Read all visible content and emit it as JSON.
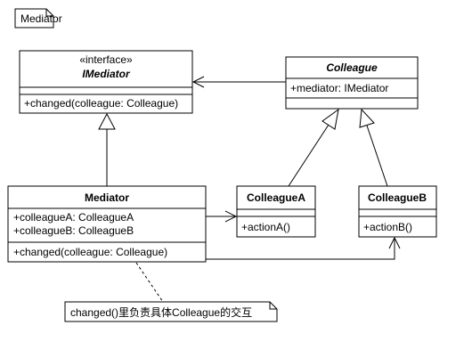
{
  "note_top": {
    "text": "Mediator"
  },
  "imediator": {
    "stereotype": "«interface»",
    "name": "IMediator",
    "operations": [
      "+changed(colleague: Colleague)"
    ]
  },
  "colleague": {
    "name": "Colleague",
    "attributes": [
      "+mediator: IMediator"
    ]
  },
  "mediator": {
    "name": "Mediator",
    "attributes": [
      "+colleagueA: ColleagueA",
      "+colleagueB: ColleagueB"
    ],
    "operations": [
      "+changed(colleague: Colleague)"
    ]
  },
  "colleague_a": {
    "name": "ColleagueA",
    "operations": [
      "+actionA()"
    ]
  },
  "colleague_b": {
    "name": "ColleagueB",
    "operations": [
      "+actionB()"
    ]
  },
  "note_bottom": {
    "text": "changed()里负责具体Colleague的交互"
  },
  "colors": {
    "line": "#000000",
    "fill": "#ffffff"
  }
}
